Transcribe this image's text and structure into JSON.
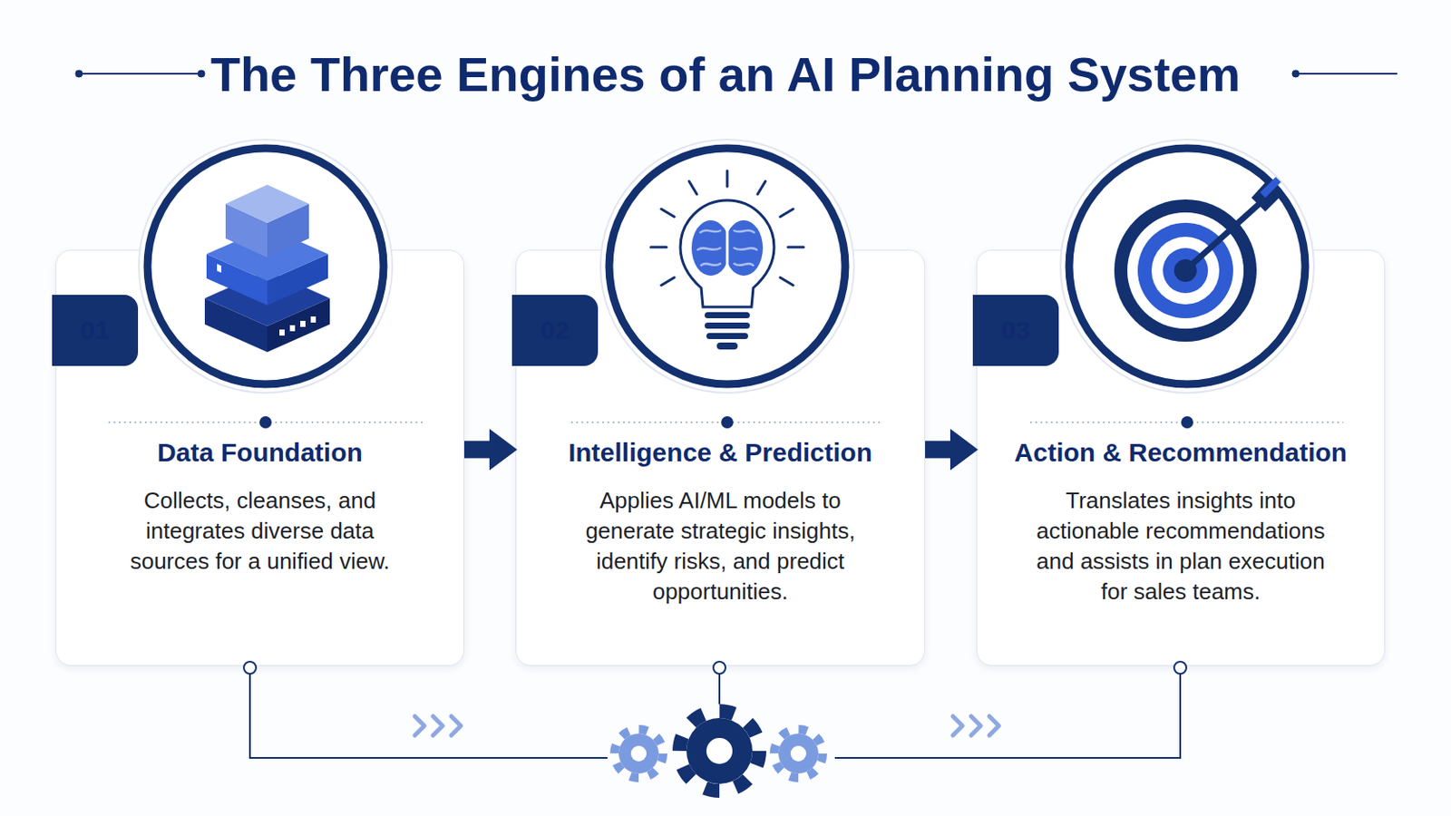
{
  "diagram": {
    "title": "The Three Engines of an AI Planning System",
    "nodes": [
      {
        "text": [
          "Data Foundation",
          "Collects, cleanses, and integrates diverse data sources for a unified view."
        ]
      },
      {
        "text": [
          "01"
        ],
        "in": 0
      },
      {
        "text": [
          "Intelligence & Prediction",
          "Applies AI/ML models to generate strategic insights, identify risks, and predict opportunities."
        ]
      },
      {
        "text": [
          "02"
        ],
        "in": 2
      },
      {
        "text": [
          "Action & Recommendation",
          "Translates insights into actionable recommendations and assists in plan execution for sales teams."
        ]
      },
      {
        "text": [
          "03"
        ],
        "in": 4
      }
    ],
    "edges": [
      {
        "from": 0,
        "to": 2,
        "arrow": "to"
      },
      {
        "from": 2,
        "to": 4,
        "arrow": "to"
      }
    ]
  }
}
